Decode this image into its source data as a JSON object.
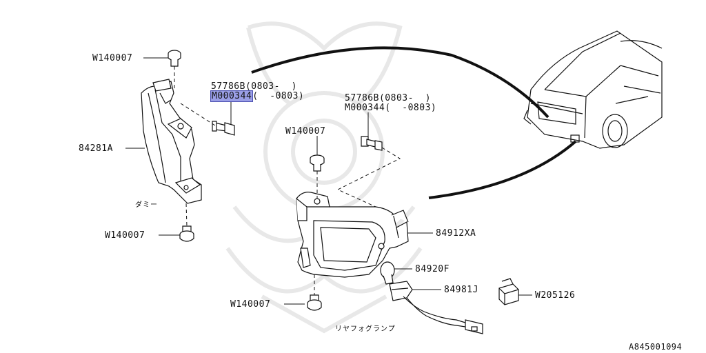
{
  "labels": {
    "w140007_top": "W140007",
    "w140007_left_low": "W140007",
    "w140007_mid": "W140007",
    "w140007_bottom": "W140007",
    "p84281a": "84281A",
    "dummy": "ダミー",
    "p57786b_1": "57786B(0803-  )",
    "m000344_1_code": "M000344",
    "m000344_1_range": "(  -0803)",
    "p57786b_2": "57786B(0803-  )",
    "m000344_2": "M000344(  -0803)",
    "p84912xa": "84912XA",
    "p84920f": "84920F",
    "p84981j": "84981J",
    "w205126": "W205126",
    "rear_fog_lamp": "リヤフォグランプ",
    "diagram_id": "A845001094"
  },
  "colors": {
    "highlight": "#9a9ee6",
    "line": "#111111",
    "watermark": "#e8e8e8"
  }
}
